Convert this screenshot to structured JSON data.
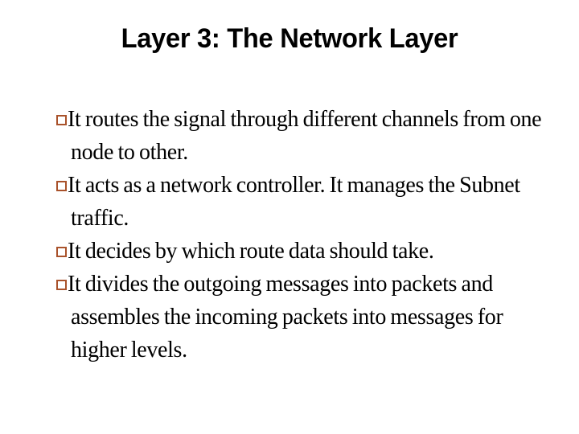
{
  "slide": {
    "title": "Layer 3: The Network Layer",
    "background_color": "#ffffff",
    "title_color": "#000000",
    "body_text_color": "#000000",
    "bullet_marker_color": "#a9522b",
    "bullet_marker_glyph": "hollow-square",
    "bullets": [
      {
        "text": "It routes the signal through different channels from one node to other."
      },
      {
        "text": "It acts as a network controller. It manages the Subnet traffic."
      },
      {
        "text": "It decides by which route data should take."
      },
      {
        "text": "It divides the outgoing messages into packets and assembles the incoming packets into messages for higher levels."
      }
    ]
  }
}
